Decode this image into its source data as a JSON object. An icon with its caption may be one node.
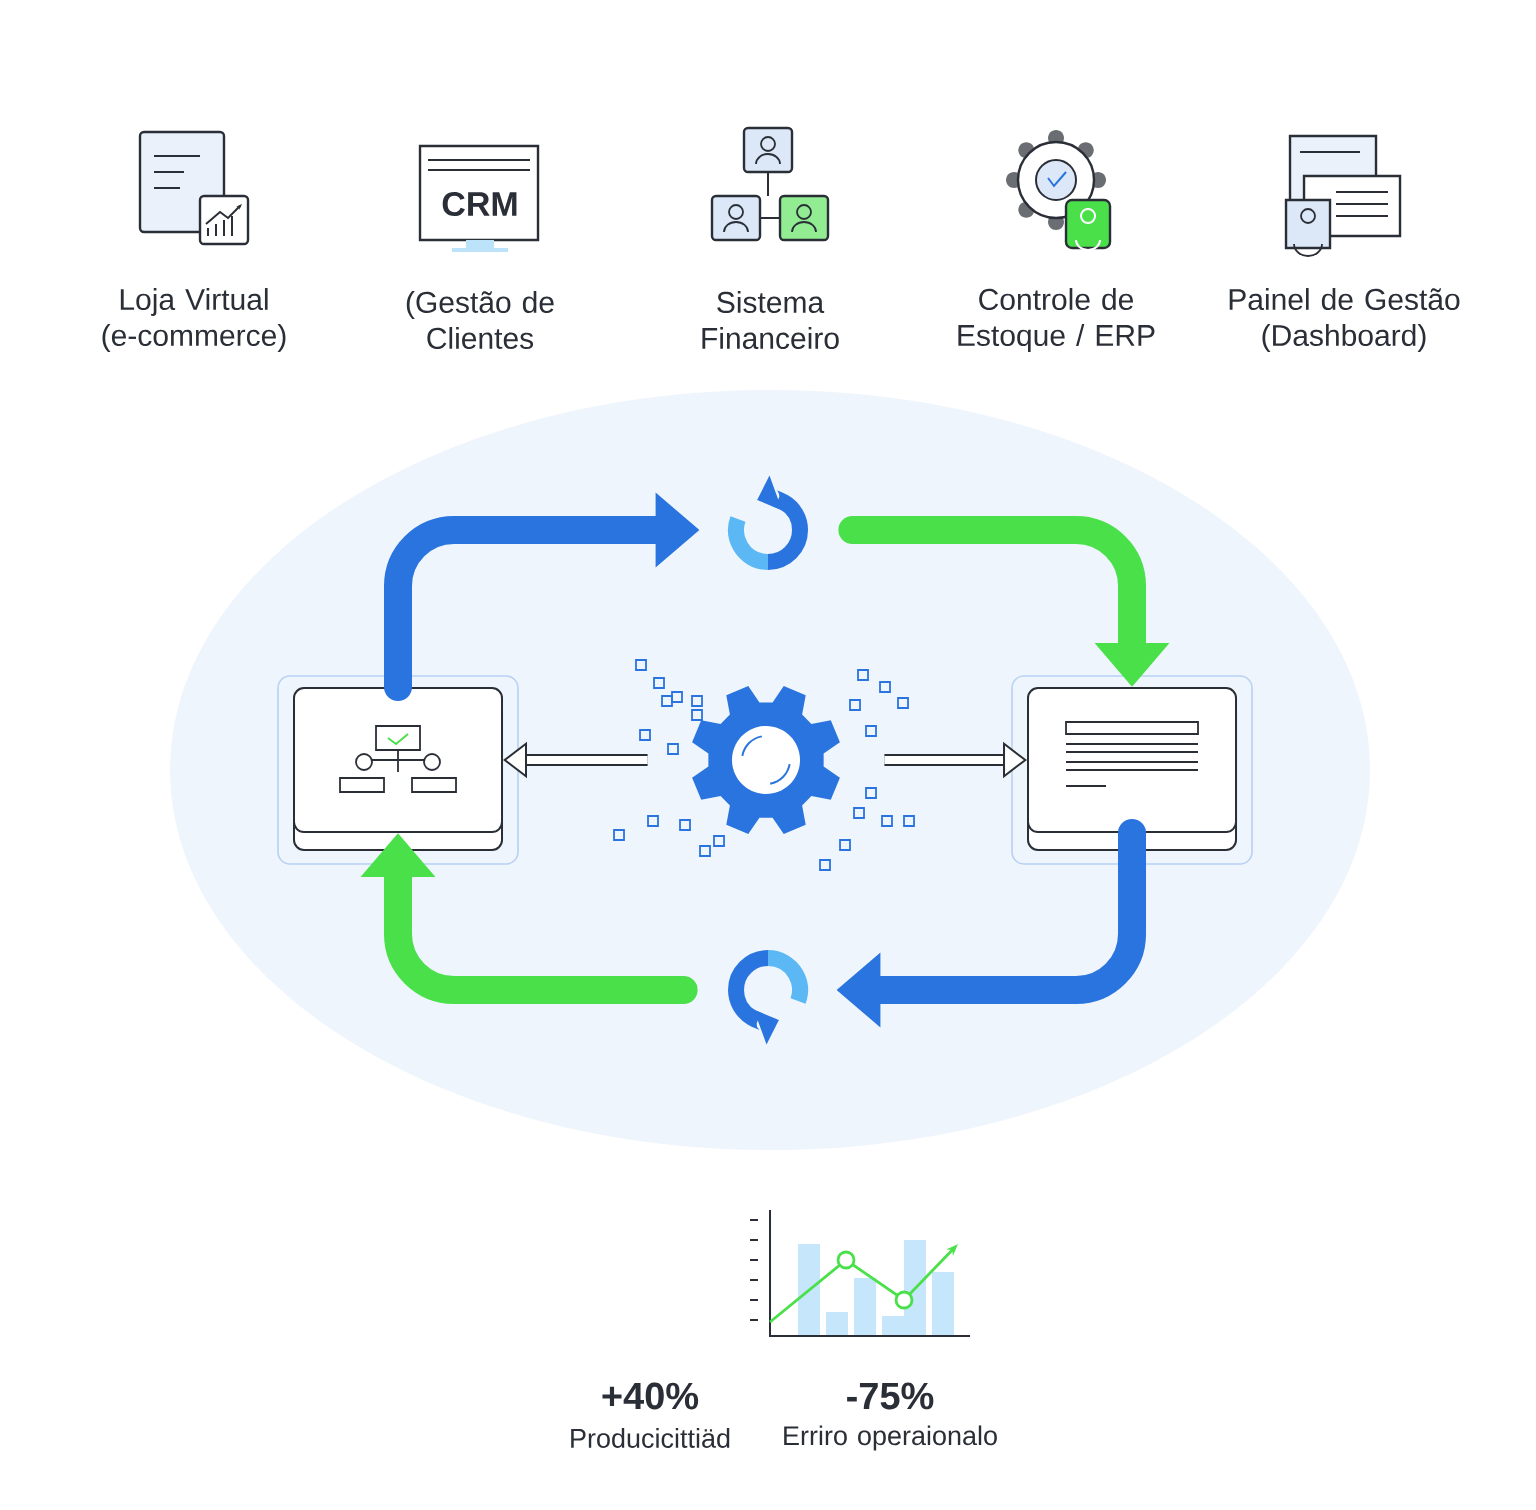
{
  "diagram": {
    "nodes": [
      {
        "text": [],
        "shape": "box"
      },
      {
        "text": [],
        "shape": "box"
      },
      {
        "text": [],
        "shape": "gear"
      },
      {
        "text": [],
        "shape": "refresh"
      },
      {
        "text": [],
        "shape": "refresh"
      }
    ],
    "edges": [
      {
        "from": 0,
        "to": 3,
        "arrow": "to",
        "color": "#2a74e0"
      },
      {
        "from": 3,
        "to": 1,
        "arrow": "to",
        "color": "#4ae04a"
      },
      {
        "from": 1,
        "to": 4,
        "arrow": "to",
        "color": "#2a74e0"
      },
      {
        "from": 4,
        "to": 0,
        "arrow": "to",
        "color": "#4ae04a"
      },
      {
        "from": 2,
        "to": 0,
        "arrow": "to",
        "color": "#2a2e36"
      },
      {
        "from": 2,
        "to": 1,
        "arrow": "to",
        "color": "#2a2e36"
      }
    ],
    "labels": [
      "CRM",
      "Loja Virtual (e-commerce)",
      "(Gestão de Clientes",
      "Sistema Financeiro",
      "Controle de Estoque / ERP",
      "Painel de Gestão (Dashboard)",
      "+40%",
      "Producicittiäd",
      "-75%",
      "Erriro operaionalo"
    ]
  }
}
